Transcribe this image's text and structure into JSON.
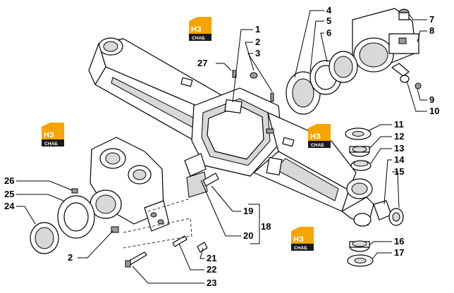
{
  "logo": {
    "mark": "НЗ",
    "text": "CHAБ"
  },
  "labels": {
    "l1": "1",
    "l2": "2",
    "l3": "3",
    "l4": "4",
    "l5": "5",
    "l6": "6",
    "l7": "7",
    "l8": "8",
    "l9": "9",
    "l10": "10",
    "l11": "11",
    "l12": "12",
    "l13": "13",
    "l14": "14",
    "l15": "15",
    "l16": "16",
    "l17": "17",
    "l18": "18",
    "l19": "19",
    "l20": "20",
    "l21": "21",
    "l22": "22",
    "l23": "23",
    "l24": "24",
    "l25": "25",
    "l26": "26",
    "l27": "27",
    "l2b": "2"
  },
  "colors": {
    "logo_orange": "#f5a400",
    "logo_black": "#1a1a1a"
  }
}
